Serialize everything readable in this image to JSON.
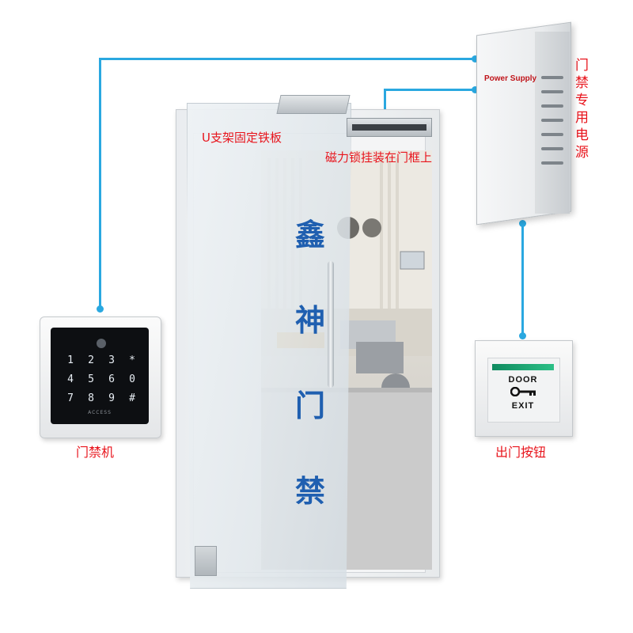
{
  "labels": {
    "u_bracket": "U支架固定铁板",
    "mag_lock": "磁力锁挂装在门框上",
    "psu": "门禁专用电源",
    "keypad": "门禁机",
    "exit_button": "出门按钮"
  },
  "brand": [
    "鑫",
    "神",
    "门",
    "禁"
  ],
  "keypad": {
    "keys": [
      "1",
      "2",
      "3",
      "*",
      "4",
      "5",
      "6",
      "0",
      "7",
      "8",
      "9",
      "#"
    ],
    "brand_text": "ACCESS"
  },
  "psu": {
    "title": "Power Supply"
  },
  "exit_button": {
    "top_text": "DOOR",
    "bottom_text": "EXIT"
  },
  "colors": {
    "wire": "#2aa8e0",
    "label_red": "#e8141c",
    "brand_blue": "#1f5fb0"
  }
}
